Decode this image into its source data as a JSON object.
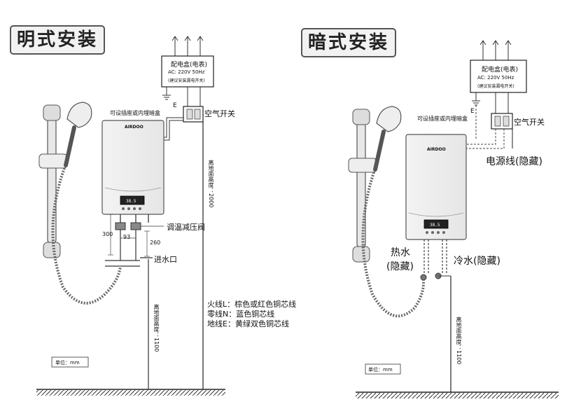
{
  "left": {
    "title": "明式安装",
    "box_title": "配电盒(电表)",
    "box_spec": "AC: 220V  50Hz",
    "box_note": "(建议安装漏电开关)",
    "brand": "AIRDOO",
    "ground_mark": "E",
    "socket_label": "可设插座或内埋暗盒",
    "switch_label": "空气开关",
    "valve_label": "调温减压阀",
    "inlet_label": "进水口",
    "dim_300": "300",
    "dim_93": "93",
    "dim_260": "260",
    "height_2000": "离地面高度：2000",
    "height_1100": "离地面高度：1100",
    "wire_l": "火线L：棕色或红色铜芯线",
    "wire_n": "零线N：蓝色铜芯线",
    "wire_e": "地线E：黄绿双色铜芯线",
    "unit": "单位：mm"
  },
  "right": {
    "title": "暗式安装",
    "box_title": "配电盒(电表)",
    "box_spec": "AC: 220V  50Hz",
    "box_note": "(建议安装漏电开关)",
    "brand": "AIRDOO",
    "ground_mark": "E",
    "socket_label": "可设插座或内埋暗盒",
    "switch_label": "空气开关",
    "power_label": "电源线(隐藏)",
    "hot_label_1": "热水",
    "hot_label_2": "(隐藏)",
    "cold_label": "冷水(隐藏)",
    "height_1100": "离地面高度：1100",
    "unit": "单位：mm"
  }
}
